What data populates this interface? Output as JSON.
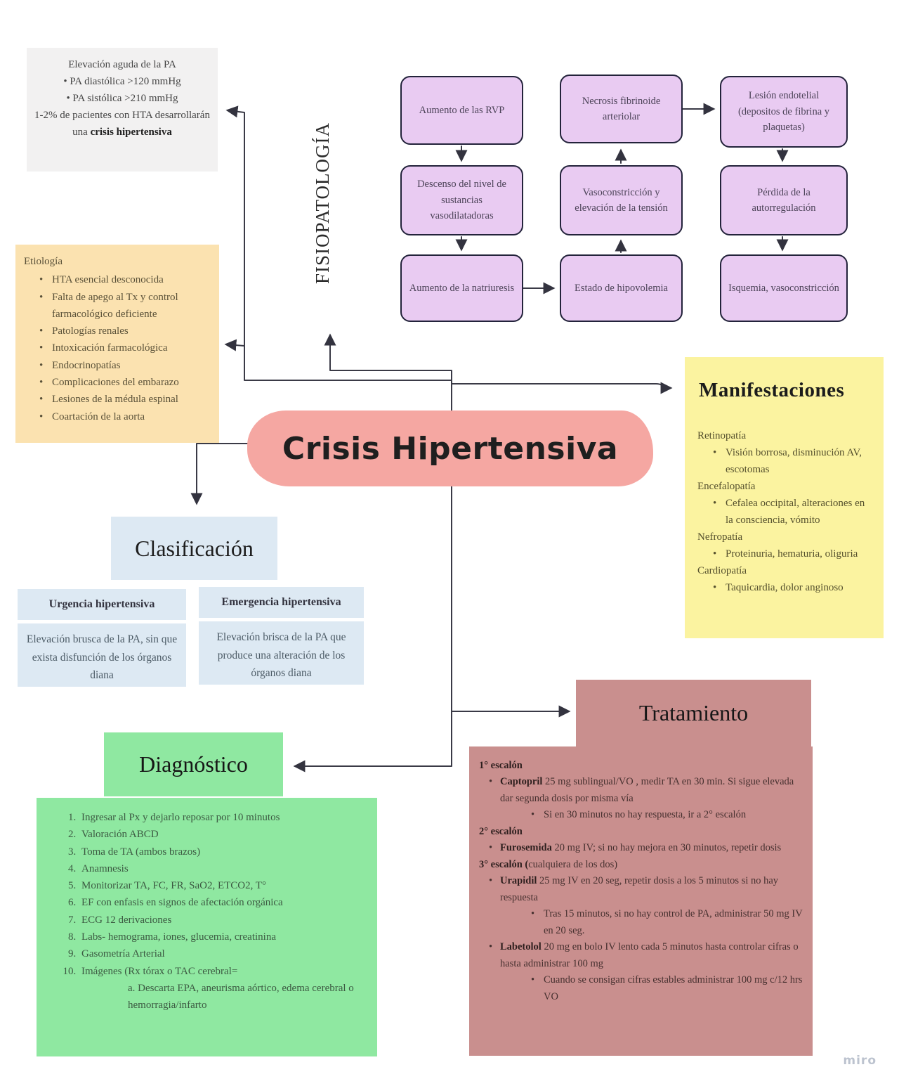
{
  "colors": {
    "node_purple": "#e9cbf2",
    "center_pink": "#f5a7a2",
    "manifest_yellow": "#fbf3a0",
    "clasif_blue": "#dde9f3",
    "diag_green": "#8fe8a1",
    "trat_rose": "#c98f8e",
    "etio_orange": "#fbe2b0",
    "overview_gray": "#f2f1f1",
    "connector": "#3a3a46"
  },
  "watermark": "miro",
  "overview": {
    "intro": "Elevación aguda de la PA",
    "bullets": [
      "PA diastólica >120 mmHg",
      "PA sistólica >210 mmHg"
    ],
    "outro_normal": "1-2% de pacientes con HTA desarrollarán una ",
    "outro_bold": "crisis hipertensiva"
  },
  "etiologia": {
    "title": "Etiología",
    "items": [
      "HTA esencial desconocida",
      "Falta de apego al Tx y control farmacológico deficiente",
      "Patologías renales",
      "Intoxicación farmacológica",
      "Endocrinopatías",
      "Complicaciones del embarazo",
      "Lesiones de la médula espinal",
      "Coartación de la aorta"
    ]
  },
  "fisiopatologia": {
    "label": "FISIOPATOLOGÍA",
    "boxes": [
      "Aumento de las RVP",
      "Necrosis fibrinoide arteriolar",
      "Lesión endotelial (depositos de fibrina y plaquetas)",
      "Descenso del nivel de sustancias vasodilatadoras",
      "Vasoconstricción y elevación de la tensión",
      "Pérdida de la autorregulación",
      "Aumento de la natriuresis",
      "Estado de hipovolemia",
      "Isquemia, vasoconstricción"
    ]
  },
  "center": {
    "title": "Crisis Hipertensiva"
  },
  "manifestaciones": {
    "title": "Manifestaciones",
    "groups": [
      {
        "name": "Retinopatía",
        "item": "Visión borrosa, disminución AV, escotomas"
      },
      {
        "name": "Encefalopatía",
        "item": "Cefalea occipital, alteraciones en la consciencia, vómito"
      },
      {
        "name": "Nefropatía",
        "item": "Proteinuria, hematuria, oliguria"
      },
      {
        "name": "Cardiopatía",
        "item": "Taquicardia, dolor anginoso"
      }
    ]
  },
  "clasificacion": {
    "title": "Clasificación",
    "cards": [
      {
        "header": "Urgencia hipertensiva",
        "body": "Elevación brusca de la PA, sin que exista disfunción de los órganos diana"
      },
      {
        "header": "Emergencia hipertensiva",
        "body": "Elevación brisca de la PA que produce una alteración de los órganos diana"
      }
    ]
  },
  "diagnostico": {
    "title": "Diagnóstico",
    "steps": [
      "Ingresar al Px y dejarlo reposar por 10 minutos",
      "Valoración ABCD",
      "Toma de TA (ambos brazos)",
      "Anamnesis",
      "Monitorizar TA, FC, FR, SaO2, ETCO2, T°",
      "EF con enfasis en signos de afectación orgánica",
      "ECG 12 derivaciones",
      "Labs- hemograma, iones, glucemia, creatinina",
      "Gasometría Arterial",
      "Imágenes (Rx tórax o TAC cerebral="
    ],
    "substep_marker": "a.",
    "substep": "Descarta EPA, aneurisma aórtico, edema cerebral o hemorragia/infarto"
  },
  "tratamiento": {
    "title": "Tratamiento",
    "s1_label": "1° escalón",
    "s1_drug": "Captopril",
    "s1_rest": " 25 mg sublingual/VO , medir TA en 30 min. Si sigue elevada dar segunda dosis por misma vía",
    "s1_sub": "Si en 30 minutos no hay respuesta, ir a 2° escalón",
    "s2_label": "2° escalón",
    "s2_drug": "Furosemida",
    "s2_rest": " 20 mg IV; si no hay mejora en 30 minutos, repetir dosis",
    "s3_label_bold": "3° escalón (",
    "s3_label_rest": "cualquiera de los dos)",
    "s3_item1_drug": "Urapidil",
    "s3_item1_rest": " 25 mg IV en 20 seg, repetir dosis a los 5 minutos si no hay respuesta",
    "s3_item1_sub": "Tras 15 minutos, si no hay control de PA, administrar 50 mg IV en 20 seg.",
    "s3_item2_drug": "Labetolol",
    "s3_item2_rest": " 20 mg en bolo IV lento cada 5 minutos hasta controlar cifras o hasta administrar 100 mg",
    "s3_item2_sub": "Cuando se consigan cifras estables administrar 100 mg c/12 hrs VO"
  }
}
